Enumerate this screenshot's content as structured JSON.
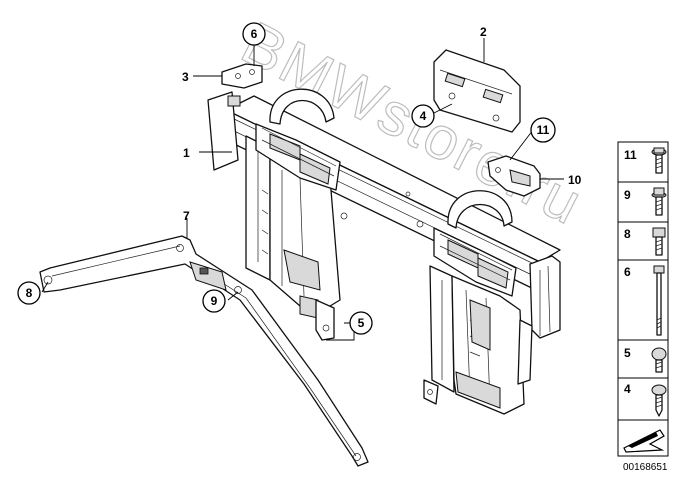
{
  "watermark": "BMWstore.ru",
  "callouts": {
    "c1": "1",
    "c2": "2",
    "c3": "3",
    "c4": "4",
    "c5": "5",
    "c6": "6",
    "c7": "7",
    "c8": "8",
    "c9": "9",
    "c10": "10",
    "c11": "11"
  },
  "legend": [
    {
      "label": "11",
      "icon": "flange-screw-icon"
    },
    {
      "label": "9",
      "icon": "hex-flange-bolt-icon"
    },
    {
      "label": "8",
      "icon": "hex-bolt-icon"
    },
    {
      "label": "6",
      "icon": "long-bolt-icon"
    },
    {
      "label": "5",
      "icon": "round-head-screw-icon"
    },
    {
      "label": "4",
      "icon": "self-tapping-screw-icon"
    }
  ],
  "reference_number": "00168651"
}
